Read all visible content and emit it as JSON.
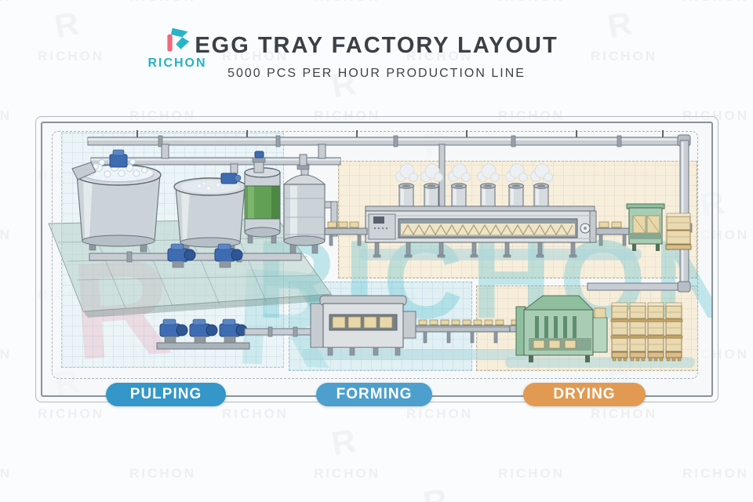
{
  "header": {
    "logo": {
      "text": "RICHON",
      "teal": "#28b4c8",
      "pink": "#f0697e"
    },
    "title": "EGG TRAY FACTORY LAYOUT",
    "subtitle": "5000 PCS PER HOUR PRODUCTION LINE"
  },
  "diagram": {
    "sections": [
      {
        "id": "pulping",
        "label": "PULPING",
        "color": "#3496c9"
      },
      {
        "id": "forming",
        "label": "FORMING",
        "color": "#4d9fcd"
      },
      {
        "id": "drying",
        "label": "DRYING",
        "color": "#e29a53"
      }
    ]
  },
  "watermark": {
    "text": "RICHON",
    "glyph": "R",
    "accent": "#4fc0d0"
  }
}
